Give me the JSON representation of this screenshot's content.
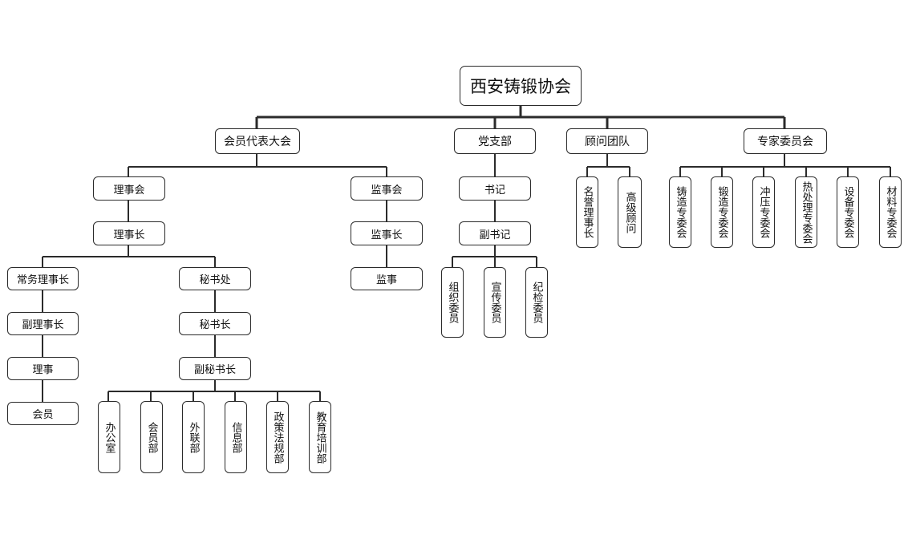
{
  "org": {
    "root": "西安铸锻协会",
    "l1": {
      "assembly": "会员代表大会",
      "party": "党支部",
      "advisors": "顾问团队",
      "experts": "专家委员会"
    },
    "assembly": {
      "council": "理事会",
      "chairman": "理事长",
      "supervisory_board": "监事会",
      "chief_supervisor": "监事长",
      "supervisor": "监事",
      "standing_director": "常务理事长",
      "vice_chairman": "副理事长",
      "director": "理事",
      "member": "会员",
      "secretariat": "秘书处",
      "secretary_general": "秘书长",
      "deputy_secretary_general": "副秘书长",
      "departments": [
        "办公室",
        "会员部",
        "外联部",
        "信息部",
        "政策法规部",
        "教育培训部"
      ]
    },
    "party": {
      "secretary": "书记",
      "deputy_secretary": "副书记",
      "committees": [
        "组织委员",
        "宣传委员",
        "纪检委员"
      ]
    },
    "advisors": {
      "members": [
        "名誉理事长",
        "高级顾问"
      ]
    },
    "experts": {
      "committees": [
        "铸造专委会",
        "锻造专委会",
        "冲压专委会",
        "热处理专委会",
        "设备专委会",
        "材料专委会"
      ]
    }
  }
}
